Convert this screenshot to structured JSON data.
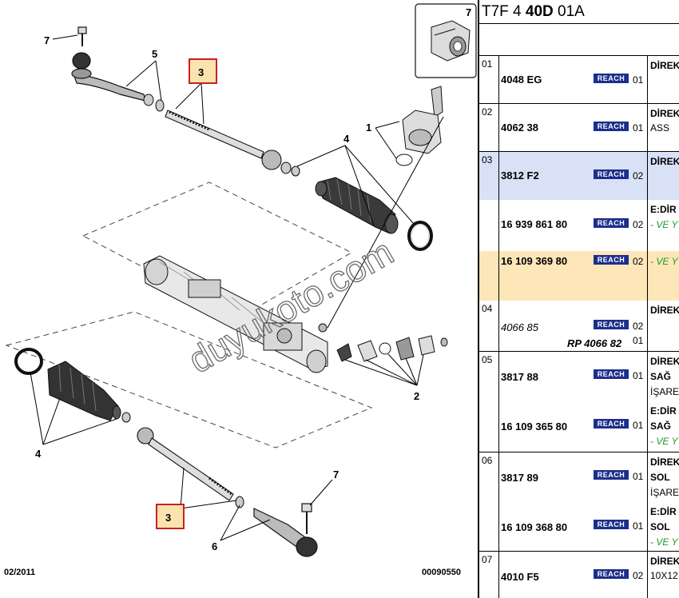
{
  "header": {
    "prefix": "T7F 4 ",
    "bold": "40D",
    "suffix": " 01A"
  },
  "diagram": {
    "callouts": [
      "7",
      "5",
      "3",
      "1",
      "4",
      "2",
      "4",
      "7",
      "3",
      "6"
    ],
    "inset_label": "7",
    "date": "02/2011",
    "code": "00090550",
    "watermark": "duyukoto.com"
  },
  "reach_label": "REACH",
  "groups": [
    {
      "num": "01",
      "rows": [
        {
          "ref": "4048 EG",
          "qty": "01",
          "desc": [
            "DİREK"
          ]
        }
      ]
    },
    {
      "num": "02",
      "rows": [
        {
          "ref": "4062 38",
          "qty": "01",
          "desc": [
            "DİREK",
            "ASS"
          ]
        }
      ]
    },
    {
      "num": "03",
      "rows": [
        {
          "ref": "3812 F2",
          "qty": "02",
          "desc": [
            "DİREK"
          ]
        },
        {
          "ref": "16 939 861 80",
          "qty": "02",
          "desc": [
            "E:DİR",
            "- VE Y"
          ]
        },
        {
          "ref": "16 109 369 80",
          "qty": "02",
          "desc": [
            "- VE Y"
          ]
        }
      ]
    },
    {
      "num": "04",
      "rows": [
        {
          "ref": "4066 85",
          "qty": "02",
          "desc": [
            "DİREK"
          ],
          "rp": "RP 4066 82",
          "rp_qty": "01"
        }
      ]
    },
    {
      "num": "05",
      "rows": [
        {
          "ref": "3817 88",
          "qty": "01",
          "desc": [
            "DİREK",
            "SAĞ",
            "İŞARE"
          ]
        },
        {
          "ref": "16 109 365 80",
          "qty": "01",
          "desc": [
            "E:DİR",
            "SAĞ",
            "- VE Y"
          ]
        }
      ]
    },
    {
      "num": "06",
      "rows": [
        {
          "ref": "3817 89",
          "qty": "01",
          "desc": [
            "DİREK",
            "SOL",
            "İŞARE"
          ]
        },
        {
          "ref": "16 109 368 80",
          "qty": "01",
          "desc": [
            "E:DİR",
            "SOL",
            "- VE Y"
          ]
        }
      ]
    },
    {
      "num": "07",
      "rows": [
        {
          "ref": "4010 F5",
          "qty": "02",
          "desc": [
            "DİREK",
            "10X12"
          ]
        }
      ]
    }
  ],
  "colors": {
    "reach_badge": "#1c2e8c",
    "highlight_blue": "#d9e1f7",
    "highlight_orange": "#fde6b8",
    "callout_box": "#cc1f1f",
    "callout_fill": "#fbe3b0",
    "green_text": "#1f9a2a"
  }
}
